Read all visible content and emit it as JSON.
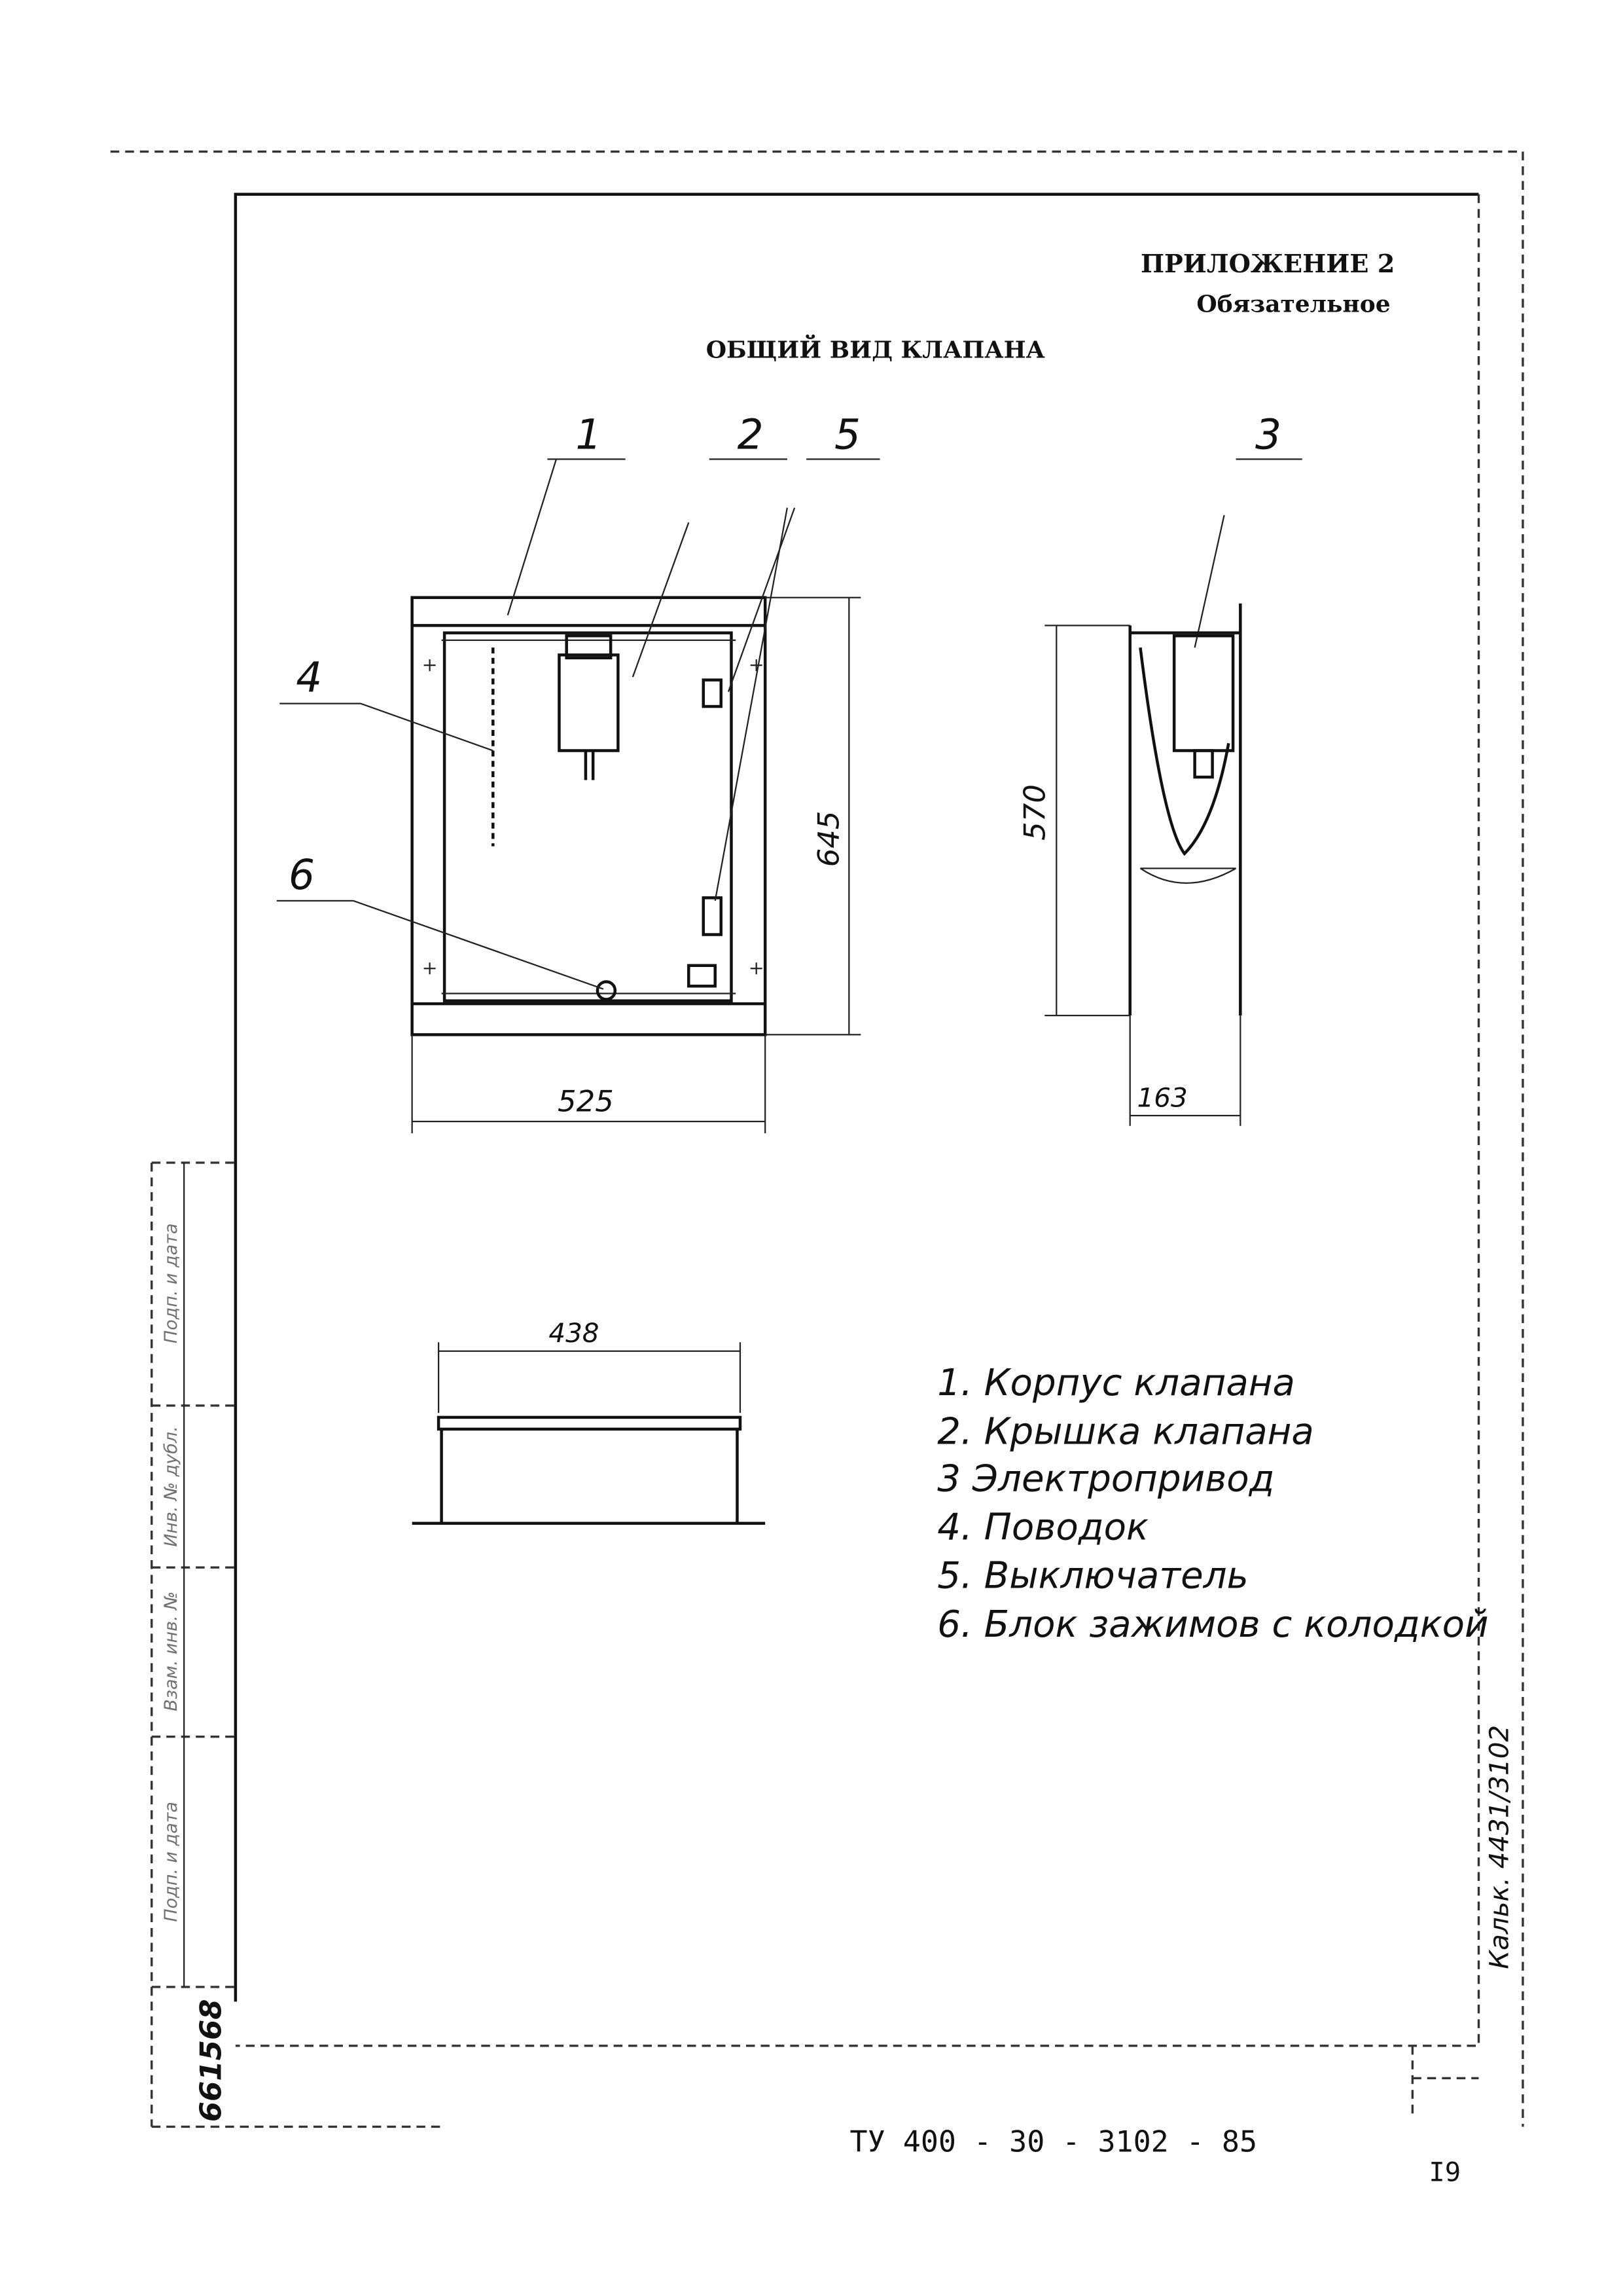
{
  "header": {
    "appendix": "ПРИЛОЖЕНИЕ 2",
    "status": "Обязательное"
  },
  "title": "ОБЩИЙ ВИД КЛАПАНА",
  "callouts": [
    "1",
    "2",
    "5",
    "3",
    "4",
    "6"
  ],
  "dimensions": {
    "front_height": "645",
    "front_width": "525",
    "side_height": "570",
    "side_width": "163",
    "top_width": "438"
  },
  "legend": [
    "1. Корпус клапана",
    "2. Крышка клапана",
    "3 Электропривод",
    "4. Поводок",
    "5. Выключатель",
    "6. Блок зажимов с колодкой"
  ],
  "stamp": {
    "cells": [
      "Подп. и дата",
      "Инв. № дубл.",
      "Взам. инв. №",
      "Подп. и дата"
    ],
    "inventory_no": "661568"
  },
  "side_note": "Кальк. 4431/3102",
  "footer": {
    "doc_code": "ТУ 400 - 30 - 3102 - 85",
    "sheet": "I9"
  }
}
